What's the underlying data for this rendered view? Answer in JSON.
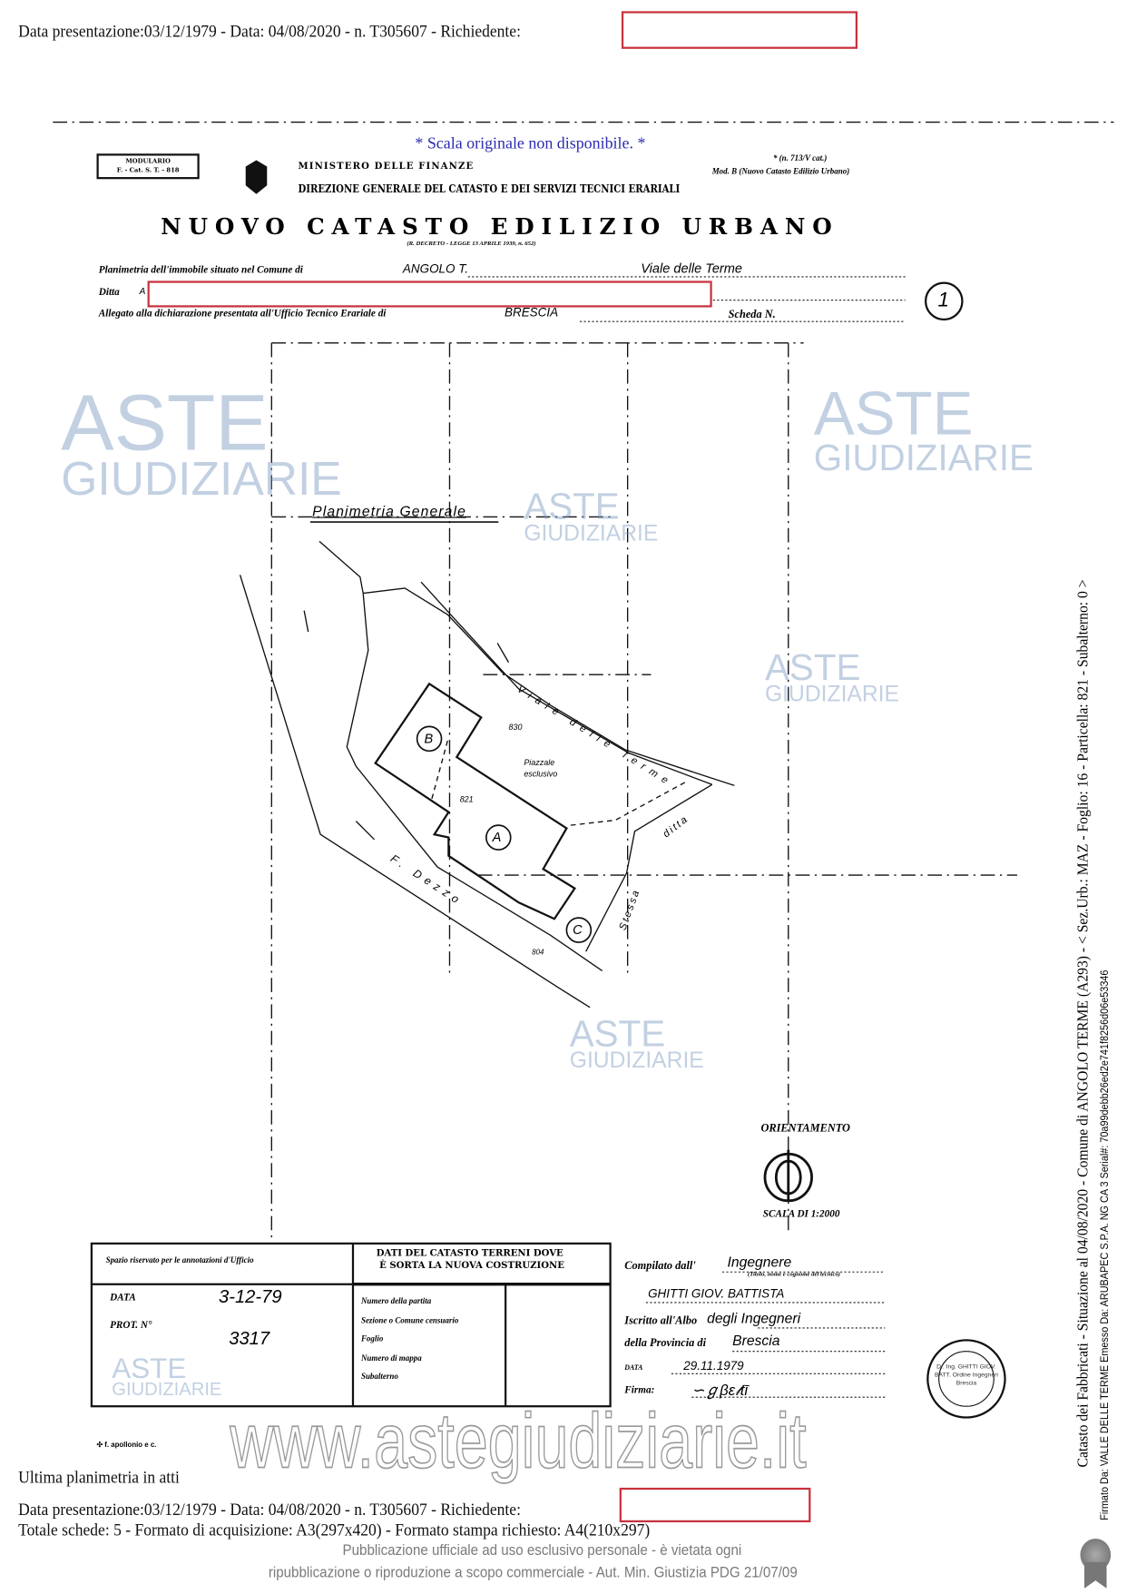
{
  "header": {
    "line": "Data presentazione:03/12/1979 - Data: 04/08/2020 - n. T305607 - Richiedente:"
  },
  "scale_note": "* Scala originale non disponibile. *",
  "form": {
    "modulario": [
      "MODULARIO",
      "F. - Cat. S. T. - 818"
    ],
    "ministry": "MINISTERO DELLE FINANZE",
    "direction": "DIREZIONE GENERALE DEL CATASTO E DEI SERVIZI TECNICI ERARIALI",
    "mod_ref": "* (n. 713/V cat.)",
    "mod_b": "Mod. B (Nuovo Catasto Edilizio Urbano)",
    "title": "NUOVO CATASTO EDILIZIO URBANO",
    "decree": "(R. DECRETO - LEGGE 13 APRILE 1939, n. 652)",
    "planimetria_label": "Planimetria dell'immobile situato nel Comune di",
    "comune": "ANGOLO T.",
    "via": "Viale delle Terme",
    "ditta_label": "Ditta",
    "ditta_initial": "A",
    "allegato_label": "Allegato alla dichiarazione presentata all'Ufficio Tecnico Erariale di",
    "ufficio": "BRESCIA",
    "scheda_label": "Scheda N.",
    "scheda_n": "1"
  },
  "plan": {
    "title": "Planimetria Generale",
    "labels": {
      "p830": "830",
      "p821": "821",
      "piazzale": "Piazzale",
      "esclusivo": "esclusivo",
      "A": "A",
      "B": "B",
      "C": "C",
      "p804": "804",
      "road": "Viale delle Terme",
      "river": "F. Dezzo",
      "ditta": "ditta",
      "stessa": "Stessa"
    },
    "orientation": "ORIENTAMENTO",
    "scale": "SCALA DI 1:2000"
  },
  "office": {
    "header": "Spazio riservato per le annotazioni d'Ufficio",
    "data_label": "DATA",
    "data_value": "3-12-79",
    "prot_label": "PROT. N°",
    "prot_value": "3317"
  },
  "terreni": {
    "header1": "DATI DEL CATASTO TERRENI DOVE",
    "header2": "È SORTA LA NUOVA COSTRUZIONE",
    "rows": [
      "Numero della partita",
      "Sezione o Comune censuario",
      "Foglio",
      "Numero di mappa",
      "Subalterno"
    ]
  },
  "compiler": {
    "label": "Compilato dall'",
    "role": "Ingegnere",
    "role_note": "(Titolo, nome e cognome del tecnico)",
    "name": "GHITTI GIOV. BATTISTA",
    "albo_label": "Iscritto all'Albo",
    "albo": "degli Ingegneri",
    "provincia_label": "della Provincia di",
    "provincia": "Brescia",
    "data_label": "DATA",
    "data": "29.11.1979",
    "firma_label": "Firma:",
    "stamp": "Dr. Ing. GHITTI GIOV. BATT. Ordine Ingegneri Brescia"
  },
  "printer": "f. apollonio e c.",
  "footer": {
    "ultima": "Ultima planimetria in atti",
    "line": "Data presentazione:03/12/1979 - Data: 04/08/2020 - n. T305607 - Richiedente:",
    "totale": "Totale schede: 5 - Formato di acquisizione: A3(297x420) - Formato stampa richiesto: A4(210x297)",
    "pub1": "Pubblicazione ufficiale ad uso esclusivo personale - è vietata ogni",
    "pub2": "ripubblicazione o riproduzione a scopo commerciale - Aut. Min. Giustizia PDG 21/07/09"
  },
  "side": {
    "catasto": "Catasto dei Fabbricati - Situazione al 04/08/2020 - Comune di ANGOLO TERME (A293) - < Sez.Urb.: MAZ - Foglio: 16 - Particella: 821 - Subalterno: 0 >",
    "firmato": "Firmato Da: VALLE DELLE TERME Emesso Da: ARUBAPEC S.P.A. NG CA 3 Serial#: 70a99debb26ed2e741f8256d06e53346"
  },
  "watermark": {
    "url": "www.astegiudiziarie.it",
    "aste": "ASTE",
    "giudiziarie": "GIUDIZIARIE"
  }
}
